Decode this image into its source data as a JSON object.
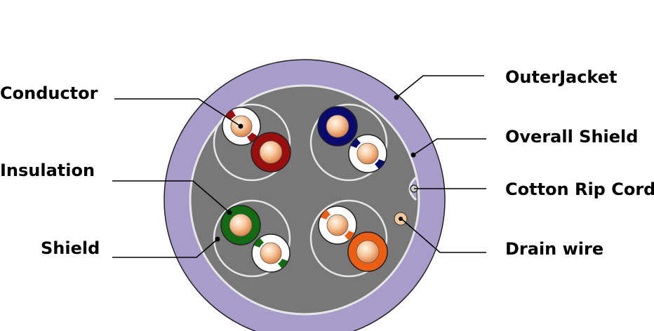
{
  "labels": {
    "conductor": "Conductor",
    "insulation": "Insulation",
    "shield": "Shield",
    "outer_jacket": "OuterJacket",
    "overall_shield": "Overall Shield",
    "cotton_rip_cord": "Cotton Rip Cord",
    "drain_wire": "Drain wire"
  },
  "colors": {
    "outer_jacket": "#a89ccb",
    "core_fill": "#787878",
    "shield_line": "#e8e8e8",
    "pair_brown": "#9a0e0e",
    "pair_blue": "#0a0a6e",
    "pair_green": "#136b13",
    "pair_orange": "#ee5e12",
    "insulation_white": "#ffffff",
    "copper_light": "#fbe3cc",
    "copper_dark": "#e08a4c",
    "line": "#000000"
  }
}
